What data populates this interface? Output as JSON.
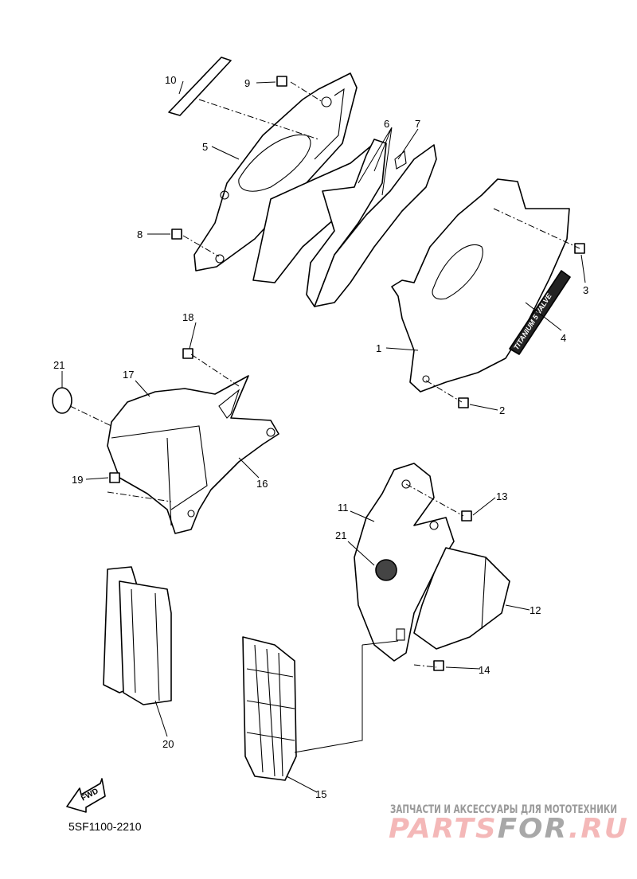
{
  "diagram_code": "5SF1100-2210",
  "fwd_label": "FWD",
  "decal_text": "TITANIUM 5 VALVE",
  "callouts": {
    "c1": "1",
    "c2": "2",
    "c3": "3",
    "c4": "4",
    "c5": "5",
    "c6": "6",
    "c7": "7",
    "c8": "8",
    "c9": "9",
    "c10": "10",
    "c11": "11",
    "c12": "12",
    "c13": "13",
    "c14": "14",
    "c15": "15",
    "c16": "16",
    "c17": "17",
    "c18": "18",
    "c19": "19",
    "c20": "20",
    "c21a": "21",
    "c21b": "21"
  },
  "watermark": {
    "subtitle": "ЗАПЧАСТИ И АКСЕССУАРЫ ДЛЯ МОТОТЕХНИКИ",
    "brand_part1": "PARTS",
    "brand_part2": "FOR",
    "brand_part3": ".RU",
    "color_pink": "#f4b8b8",
    "color_gray": "#a8a8a8"
  }
}
